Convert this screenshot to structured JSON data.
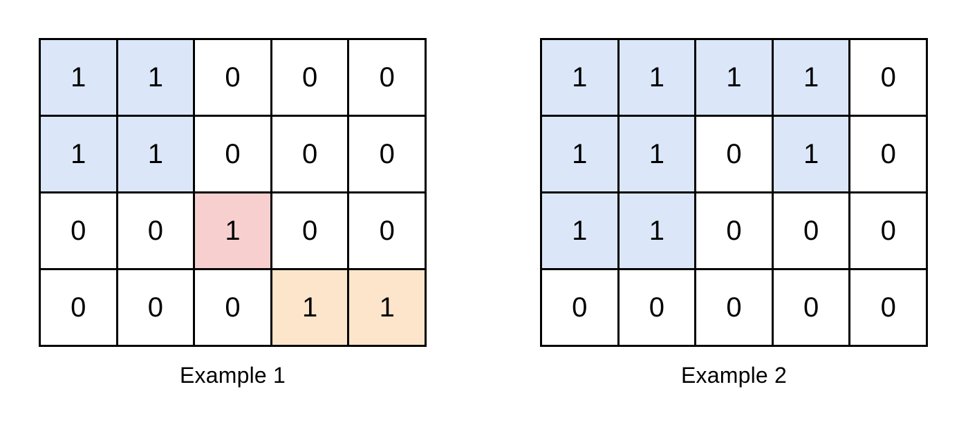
{
  "figure": {
    "background": "#ffffff",
    "grid_line_color": "#000000",
    "text_color": "#000000"
  },
  "palette": {
    "blue": "#dbe7f8",
    "pink": "#f7cfcf",
    "orange": "#fce5ca",
    "white": "#ffffff"
  },
  "chart_data": {
    "type": "table",
    "title": "",
    "description": "Two 4-row by 5-column binary matrices with colored highlight groups marking connected regions of 1s",
    "grids": [
      {
        "caption": "Example 1",
        "rows": 4,
        "cols": 5,
        "values": [
          [
            1,
            1,
            0,
            0,
            0
          ],
          [
            1,
            1,
            0,
            0,
            0
          ],
          [
            0,
            0,
            1,
            0,
            0
          ],
          [
            0,
            0,
            0,
            1,
            1
          ]
        ],
        "highlights": [
          [
            "blue",
            "blue",
            "none",
            "none",
            "none"
          ],
          [
            "blue",
            "blue",
            "none",
            "none",
            "none"
          ],
          [
            "none",
            "none",
            "pink",
            "none",
            "none"
          ],
          [
            "none",
            "none",
            "none",
            "orange",
            "orange"
          ]
        ]
      },
      {
        "caption": "Example 2",
        "rows": 4,
        "cols": 5,
        "values": [
          [
            1,
            1,
            1,
            1,
            0
          ],
          [
            1,
            1,
            0,
            1,
            0
          ],
          [
            1,
            1,
            0,
            0,
            0
          ],
          [
            0,
            0,
            0,
            0,
            0
          ]
        ],
        "highlights": [
          [
            "blue",
            "blue",
            "blue",
            "blue",
            "none"
          ],
          [
            "blue",
            "blue",
            "none",
            "blue",
            "none"
          ],
          [
            "blue",
            "blue",
            "none",
            "none",
            "none"
          ],
          [
            "none",
            "none",
            "none",
            "none",
            "none"
          ]
        ]
      }
    ]
  }
}
